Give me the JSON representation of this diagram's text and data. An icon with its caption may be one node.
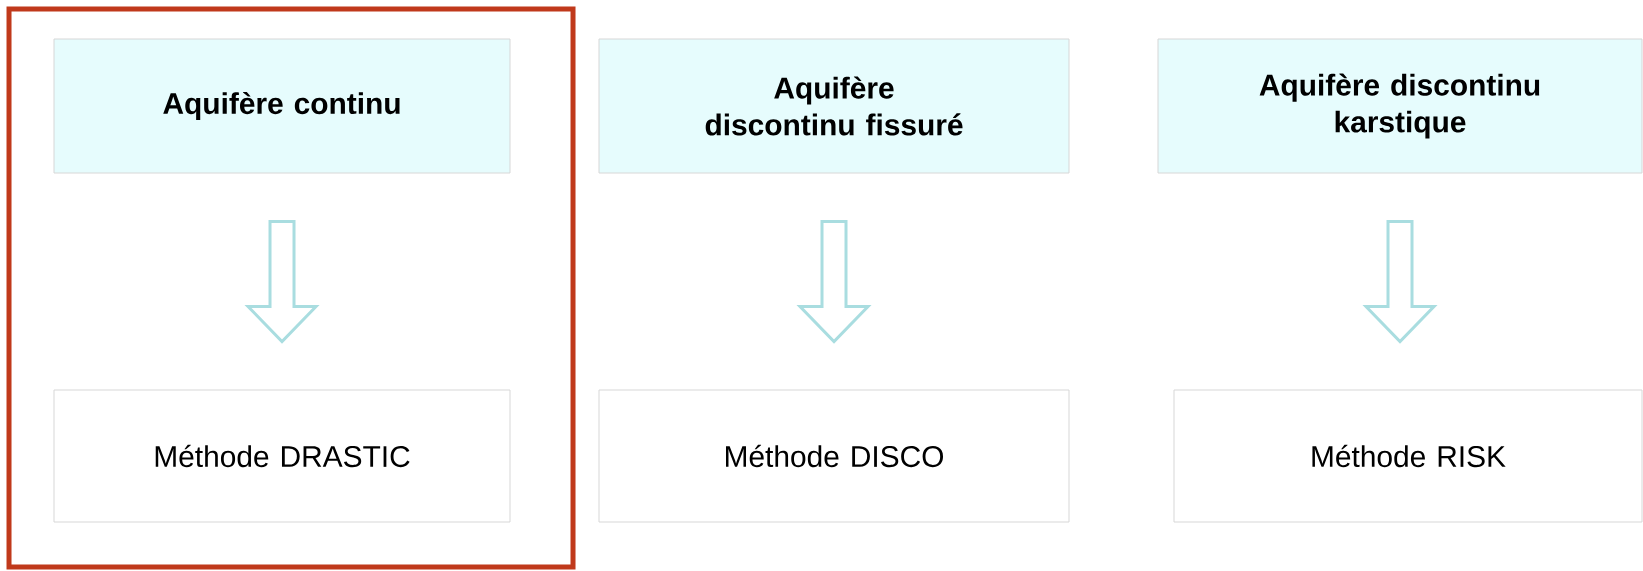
{
  "diagram": {
    "nodes": [
      {
        "text": [],
        "shape": "box"
      },
      {
        "text": [
          "Aquifère continu"
        ],
        "in": 0
      },
      {
        "text": [
          "Méthode DRASTIC"
        ],
        "in": 0
      },
      {
        "text": [
          "Aquifère discontinu fissuré"
        ]
      },
      {
        "text": [
          "Méthode DISCO"
        ]
      },
      {
        "text": [
          "Aquifère discontinu karstique"
        ]
      },
      {
        "text": [
          "Méthode RISK"
        ]
      }
    ],
    "edges": [
      {
        "from": 1,
        "to": 2,
        "arrow": "to"
      },
      {
        "from": 3,
        "to": 4,
        "arrow": "to"
      },
      {
        "from": 5,
        "to": 6,
        "arrow": "to"
      }
    ]
  }
}
